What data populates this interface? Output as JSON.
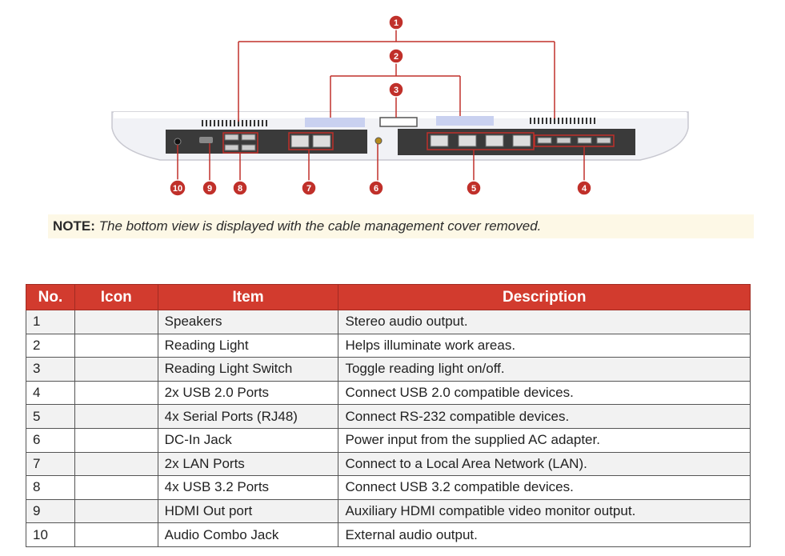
{
  "callouts": [
    "1",
    "2",
    "3",
    "4",
    "5",
    "6",
    "7",
    "8",
    "9",
    "10"
  ],
  "note": {
    "label": "NOTE:",
    "text": "The bottom view is displayed with the cable management cover removed."
  },
  "table": {
    "headers": [
      "No.",
      "Icon",
      "Item",
      "Description"
    ],
    "rows": [
      {
        "no": "1",
        "icon": "",
        "item": "Speakers",
        "desc": "Stereo audio output."
      },
      {
        "no": "2",
        "icon": "",
        "item": "Reading Light",
        "desc": "Helps illuminate work areas."
      },
      {
        "no": "3",
        "icon": "",
        "item": "Reading Light Switch",
        "desc": "Toggle reading light on/off."
      },
      {
        "no": "4",
        "icon": "",
        "item": "2x USB 2.0 Ports",
        "desc": "Connect USB 2.0 compatible devices."
      },
      {
        "no": "5",
        "icon": "",
        "item": "4x Serial Ports (RJ48)",
        "desc": "Connect RS-232 compatible devices."
      },
      {
        "no": "6",
        "icon": "",
        "item": "DC-In Jack",
        "desc": "Power input from the supplied AC adapter."
      },
      {
        "no": "7",
        "icon": "",
        "item": "2x LAN Ports",
        "desc": "Connect to a Local Area Network (LAN)."
      },
      {
        "no": "8",
        "icon": "",
        "item": "4x USB 3.2 Ports",
        "desc": "Connect USB 3.2 compatible devices."
      },
      {
        "no": "9",
        "icon": "",
        "item": "HDMI Out port",
        "desc": "Auxiliary HDMI compatible video monitor output."
      },
      {
        "no": "10",
        "icon": "",
        "item": "Audio Combo Jack",
        "desc": "External audio output."
      }
    ]
  },
  "colors": {
    "accent": "#d23b2e",
    "callout": "#c0302a",
    "note_bg": "#fdf8e6",
    "device_body": "#f1f2f6",
    "port_panel": "#3a3a3a",
    "light_panel": "#c9d1f0"
  }
}
